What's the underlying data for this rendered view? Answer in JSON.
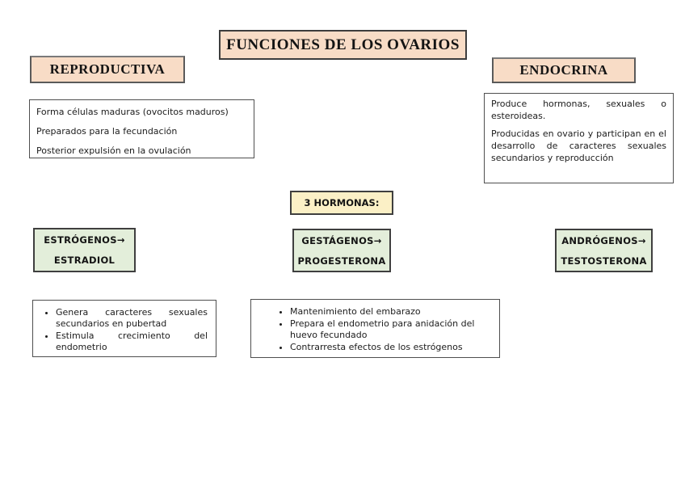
{
  "colors": {
    "peach": "#f8dcc6",
    "yellow": "#fbf0c6",
    "green": "#e3eeda",
    "border-dark": "#3f3f3f"
  },
  "diagram": {
    "title": "FUNCIONES DE LOS OVARIOS",
    "reproductive": {
      "heading": "REPRODUCTIVA",
      "points": [
        "Forma células maduras (ovocitos maduros)",
        "Preparados para la fecundación",
        "Posterior expulsión en la ovulación"
      ]
    },
    "endocrine": {
      "heading": "ENDOCRINA",
      "paragraphs": [
        "Produce hormonas, sexuales o esteroideas.",
        "Producidas en ovario y participan en el desarrollo de caracteres sexuales secundarios y reproducción"
      ]
    },
    "hormones_label": "3 HORMONAS:",
    "hormones": [
      {
        "name": "ESTRÓGENOS→",
        "product": "ESTRADIOL"
      },
      {
        "name": "GESTÁGENOS→",
        "product": "PROGESTERONA"
      },
      {
        "name": "ANDRÓGENOS→",
        "product": "TESTOSTERONA"
      }
    ],
    "estrogen_effects": [
      "Genera caracteres sexuales secundarios en pubertad",
      "Estimula crecimiento del endometrio"
    ],
    "gestagen_effects": [
      "Mantenimiento del embarazo",
      "Prepara el endometrio para anidación del huevo fecundado",
      "Contrarresta efectos de los estrógenos"
    ]
  }
}
